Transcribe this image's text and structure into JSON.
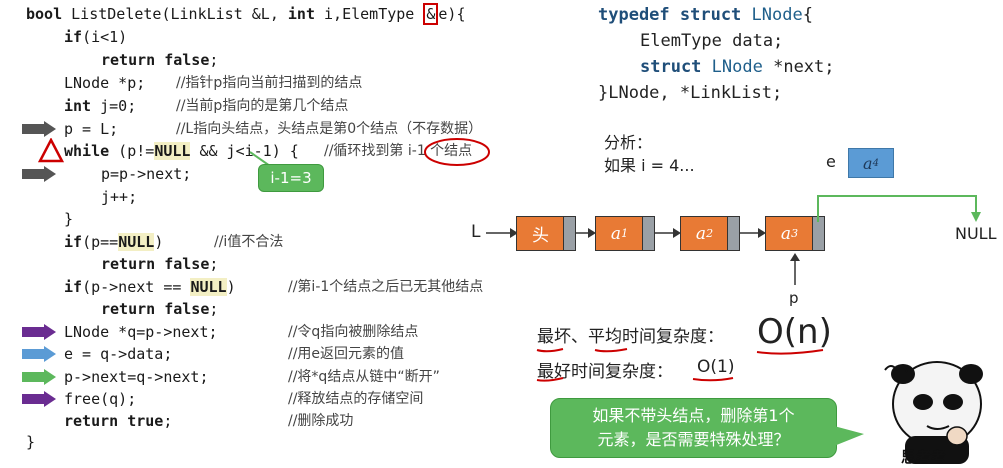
{
  "code": {
    "l1_kw": "bool",
    "l1_a": " ListDelete(LinkList &L, ",
    "l1_kw2": "int",
    "l1_b": " i,ElemType ",
    "l1_amp": "&",
    "l1_c": "e){",
    "l2_kw": "if",
    "l2_a": "(i<1)",
    "l3_kw": "return false",
    "l3_a": ";",
    "l4_a": "LNode *p;",
    "l4_cm": "//指针p指向当前扫描到的结点",
    "l5_kw": "int",
    "l5_a": " j=0;",
    "l5_cm": "//当前p指向的是第几个结点",
    "l6_a": "p = L;",
    "l6_cm": "//L指向头结点，头结点是第0个结点（不存数据）",
    "l7_kw": "while",
    "l7_a": " (p!=",
    "l7_null": "NULL",
    "l7_b": " && j<i-1) {",
    "l7_cm": "//循环找到第 i-1 个结点",
    "l8_a": "p=p->next;",
    "l9_a": "j++;",
    "l10_a": "}",
    "l11_kw": "if",
    "l11_a": "(p==",
    "l11_null": "NULL",
    "l11_b": ")",
    "l11_cm": "//i值不合法",
    "l12_kw": "return false",
    "l12_a": ";",
    "l13_kw": "if",
    "l13_a": "(p->next == ",
    "l13_null": "NULL",
    "l13_b": ")",
    "l13_cm": "//第i-1个结点之后已无其他结点",
    "l14_kw": "return false",
    "l14_a": ";",
    "l15_a": "LNode *q=p->next;",
    "l15_cm": "//令q指向被删除结点",
    "l16_a": "e = q->data;",
    "l16_cm": "//用e返回元素的值",
    "l17_a": "p->next=q->next;",
    "l17_cm": "//将*q结点从链中“断开”",
    "l18_a": "free(q);",
    "l18_cm": "//释放结点的存储空间",
    "l19_kw": "return true",
    "l19_a": ";",
    "l19_cm": "//删除成功",
    "l20_a": "}"
  },
  "struct": {
    "l1_kw": "typedef struct",
    "l1_name": "LNode",
    "l1_b": "{",
    "l2": "ElemType data;",
    "l3_kw": "struct",
    "l3_name": "LNode",
    "l3_b": " *next;",
    "l4": "}LNode, *LinkList;"
  },
  "analysis": {
    "title": "分析：",
    "case": "如果 i = 4..."
  },
  "list": {
    "l_label": "L",
    "head": "头",
    "a1": "a",
    "a1_sub": "1",
    "a2": "a",
    "a2_sub": "2",
    "a3": "a",
    "a3_sub": "3",
    "null_label": "NULL",
    "p_label": "p",
    "e_label": "e",
    "a4": "a",
    "a4_sub": "4"
  },
  "complexity": {
    "worst_label": "最坏、平均时间复杂度：",
    "worst_value": "O(n)",
    "best_label": "最好时间复杂度：",
    "best_value": "O(1)"
  },
  "tip": "i-1=3",
  "bubble_line1": "如果不带头结点，删除第1个",
  "bubble_line2": "元素，是否需要特殊处理？",
  "meme_label": "思考考",
  "colors": {
    "node_orange": "#e87a35",
    "pointer_gray": "#9aa0a6",
    "e_node_blue": "#5b9bd5",
    "bubble_green": "#5cb85c",
    "annotation_red": "#c00000"
  }
}
